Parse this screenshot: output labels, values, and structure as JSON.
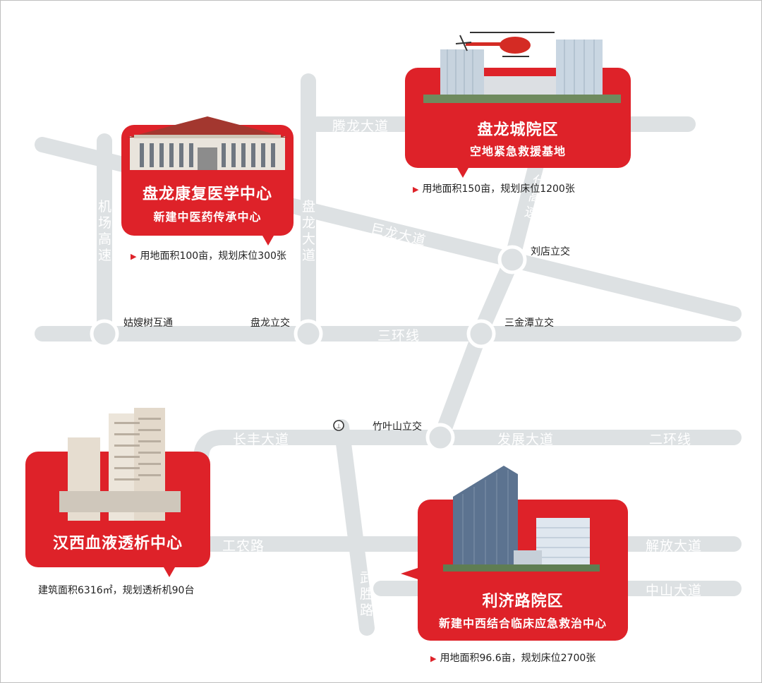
{
  "colors": {
    "accent": "#de2229",
    "road": "#dde1e3",
    "card_text": "#ffffff"
  },
  "roads": {
    "tenglong": "腾龙大道",
    "julong": "巨龙大道",
    "sanhuan": "三环线",
    "changfeng": "长丰大道",
    "fazhan": "发展大道",
    "erhuan": "二环线",
    "gongnong": "工农路",
    "jiefang": "解放大道",
    "zhongshan": "中山大道",
    "jichang": "机场高速",
    "panlong": "盘龙大道",
    "wusheng": "武胜路",
    "daiHighway": "代高速"
  },
  "interchanges": {
    "gusoushu": "姑嫂树互通",
    "panlong": "盘龙立交",
    "sanjintan": "三金潭立交",
    "liudian": "刘店立交",
    "zhuyeshan": "竹叶山立交"
  },
  "icons": {
    "metro": "metro-station-icon",
    "helicopter": "helicopter-icon"
  },
  "facilities": {
    "rehab": {
      "title": "盘龙康复医学中心",
      "subtitle": "新建中医药传承中心",
      "note": "用地面积100亩，规划床位300张"
    },
    "panlongcheng": {
      "title": "盘龙城院区",
      "subtitle": "空地紧急救援基地",
      "note": "用地面积150亩，规划床位1200张"
    },
    "dialysis": {
      "title": "汉西血液透析中心",
      "subtitle": "",
      "note": "建筑面积6316㎡，规划透析机90台"
    },
    "liji": {
      "title": "利济路院区",
      "subtitle": "新建中西结合临床应急救治中心",
      "note": "用地面积96.6亩，规划床位2700张"
    }
  }
}
